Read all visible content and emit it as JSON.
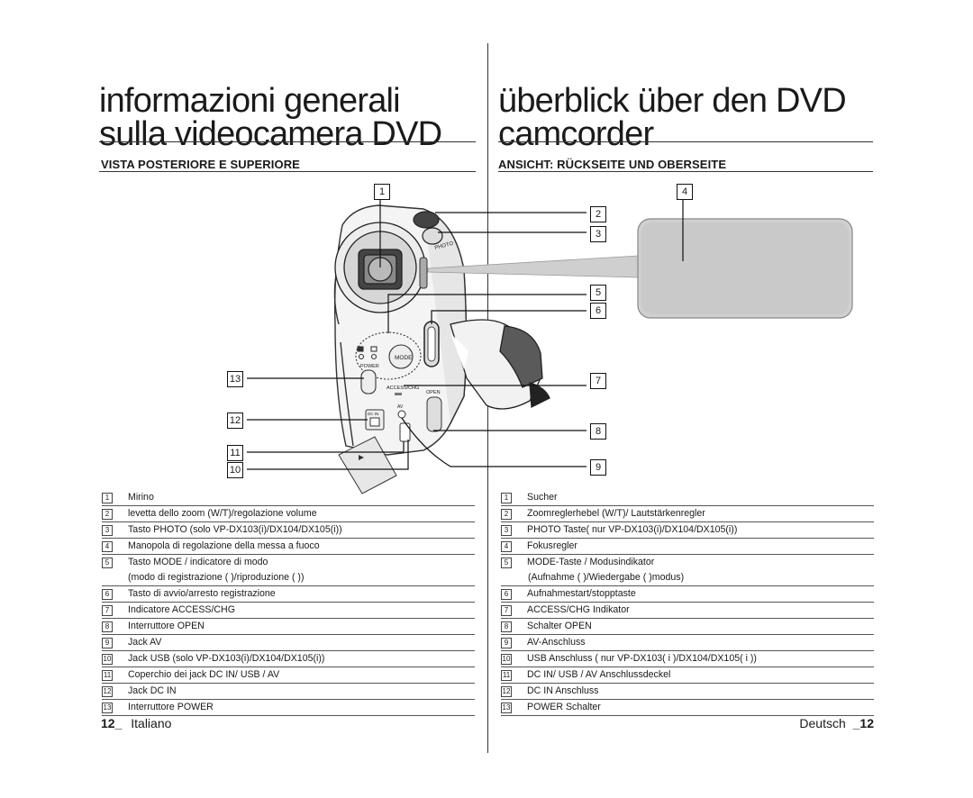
{
  "left": {
    "title_line1": "informazioni generali",
    "title_line2": "sulla videocamera DVD",
    "subtitle": "VISTA POSTERIORE E SUPERIORE",
    "items": [
      {
        "num": "1",
        "text": "Mirino"
      },
      {
        "num": "2",
        "text": "levetta dello zoom (W/T)/regolazione volume"
      },
      {
        "num": "3",
        "text": "Tasto PHOTO (solo VP-DX103(i)/DX104/DX105(i))"
      },
      {
        "num": "4",
        "text": "Manopola di regolazione della messa a fuoco"
      },
      {
        "num": "5",
        "text": "Tasto MODE / indicatore di modo",
        "sub": "(modo di registrazione (      )/riproduzione (      ))"
      },
      {
        "num": "6",
        "text": "Tasto di avvio/arresto registrazione"
      },
      {
        "num": "7",
        "text": "Indicatore ACCESS/CHG"
      },
      {
        "num": "8",
        "text": "Interruttore OPEN"
      },
      {
        "num": "9",
        "text": "Jack AV"
      },
      {
        "num": "10",
        "text": "Jack USB (solo VP-DX103(i)/DX104/DX105(i))"
      },
      {
        "num": "11",
        "text": "Coperchio dei jack DC IN/ USB / AV"
      },
      {
        "num": "12",
        "text": "Jack DC IN"
      },
      {
        "num": "13",
        "text": "Interruttore POWER"
      }
    ],
    "footer_page": "12_",
    "footer_lang": "Italiano"
  },
  "right": {
    "title_line1": "überblick über den DVD",
    "title_line2": "camcorder",
    "subtitle": "ANSICHT: RÜCKSEITE UND OBERSEITE",
    "items": [
      {
        "num": "1",
        "text": "Sucher"
      },
      {
        "num": "2",
        "text": "Zoomreglerhebel (W/T)/ Lautstärkenregler"
      },
      {
        "num": "3",
        "text": "PHOTO Taste( nur VP-DX103(i)/DX104/DX105(i))"
      },
      {
        "num": "4",
        "text": "Fokusregler"
      },
      {
        "num": "5",
        "text": "MODE-Taste / Modusindikator",
        "sub": "(Aufnahme (      )/Wiedergabe (      )modus)"
      },
      {
        "num": "6",
        "text": "Aufnahmestart/stopptaste"
      },
      {
        "num": "7",
        "text": "ACCESS/CHG Indikator"
      },
      {
        "num": "8",
        "text": "Schalter OPEN"
      },
      {
        "num": "9",
        "text": "AV-Anschluss"
      },
      {
        "num": "10",
        "text": "USB Anschluss ( nur VP-DX103( i )/DX104/DX105( i ))"
      },
      {
        "num": "11",
        "text": "DC IN/ USB  / AV Anschlussdeckel"
      },
      {
        "num": "12",
        "text": "DC IN Anschluss"
      },
      {
        "num": "13",
        "text": "POWER Schalter"
      }
    ],
    "footer_lang": "Deutsch",
    "footer_page": "_12"
  },
  "diagram": {
    "callouts": [
      "1",
      "2",
      "3",
      "4",
      "5",
      "6",
      "7",
      "8",
      "9",
      "10",
      "11",
      "12",
      "13"
    ],
    "device_labels": {
      "mode": "MODE",
      "power": "POWER",
      "access": "ACCESS/CHG",
      "open": "OPEN",
      "dcin": "DC IN",
      "av": "AV",
      "photo": "PHOTO"
    }
  }
}
